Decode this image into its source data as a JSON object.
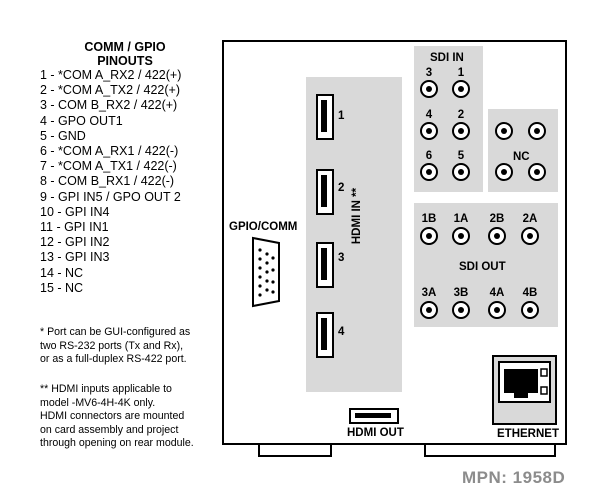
{
  "pinout": {
    "title_line1": "COMM / GPIO",
    "title_line2": "PINOUTS",
    "pins": [
      "1 - *COM A_RX2 / 422(+)",
      "2 - *COM A_TX2 / 422(+)",
      "3 - COM B_RX2 / 422(+)",
      "4 - GPO OUT1",
      "5 - GND",
      "6 - *COM A_RX1 / 422(-)",
      "7 - *COM A_TX1 / 422(-)",
      "8 - COM B_RX1 / 422(-)",
      "9 - GPI IN5 / GPO OUT 2",
      "10 - GPI IN4",
      "11 - GPI IN1",
      "12 - GPI IN2",
      "13 - GPI IN3",
      "14 - NC",
      "15 - NC"
    ],
    "footnote1": [
      "* Port can be GUI-configured as",
      "two RS-232 ports (Tx and Rx),",
      "or as a full-duplex RS-422 port."
    ],
    "footnote2": [
      "** HDMI inputs applicable to",
      "model -MV6-4H-4K only.",
      "HDMI connectors are mounted",
      "on card assembly and project",
      "through opening on rear module."
    ]
  },
  "panel": {
    "gpio_label": "GPIO/COMM",
    "hdmi_in_label": "HDMI IN **",
    "hdmi_in_numbers": [
      "1",
      "2",
      "3",
      "4"
    ],
    "sdi_in_label": "SDI IN",
    "sdi_in_numbers": [
      "3",
      "1",
      "4",
      "2",
      "6",
      "5"
    ],
    "nc_label": "NC",
    "sdi_out_label": "SDI OUT",
    "sdi_out_numbers": [
      "1B",
      "1A",
      "2B",
      "2A",
      "3A",
      "3B",
      "4A",
      "4B"
    ],
    "hdmi_out_label": "HDMI OUT",
    "ethernet_label": "ETHERNET"
  },
  "mpn": "MPN: 1958D",
  "colors": {
    "panel_gray": "#d9d9d9",
    "mpn_text": "#8c8c8c"
  }
}
